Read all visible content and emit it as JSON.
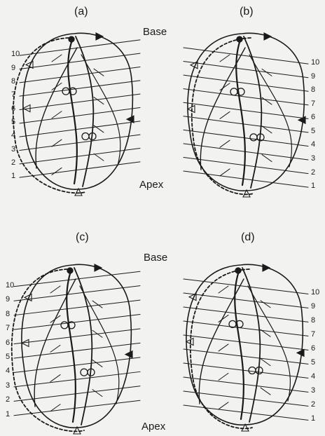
{
  "panels": [
    {
      "label": "(a)",
      "levels": [
        "1",
        "2",
        "3",
        "4",
        "5",
        "6",
        "7",
        "8",
        "9",
        "10"
      ]
    },
    {
      "label": "(b)",
      "levels": [
        "1",
        "2",
        "3",
        "4",
        "5",
        "6",
        "7",
        "8",
        "9",
        "10"
      ]
    },
    {
      "label": "(c)",
      "levels": [
        "1",
        "2",
        "3",
        "4",
        "5",
        "6",
        "7",
        "8",
        "9",
        "10"
      ]
    },
    {
      "label": "(d)",
      "levels": [
        "1",
        "2",
        "3",
        "4",
        "5",
        "6",
        "7",
        "8",
        "9",
        "10"
      ]
    }
  ],
  "annotations": {
    "base_top": "Base",
    "apex_top": "Apex",
    "base_bottom": "Base",
    "apex_bottom": "Apex"
  },
  "colors": {
    "ink": "#1a1a1a",
    "paper": "#f2f2f0"
  }
}
